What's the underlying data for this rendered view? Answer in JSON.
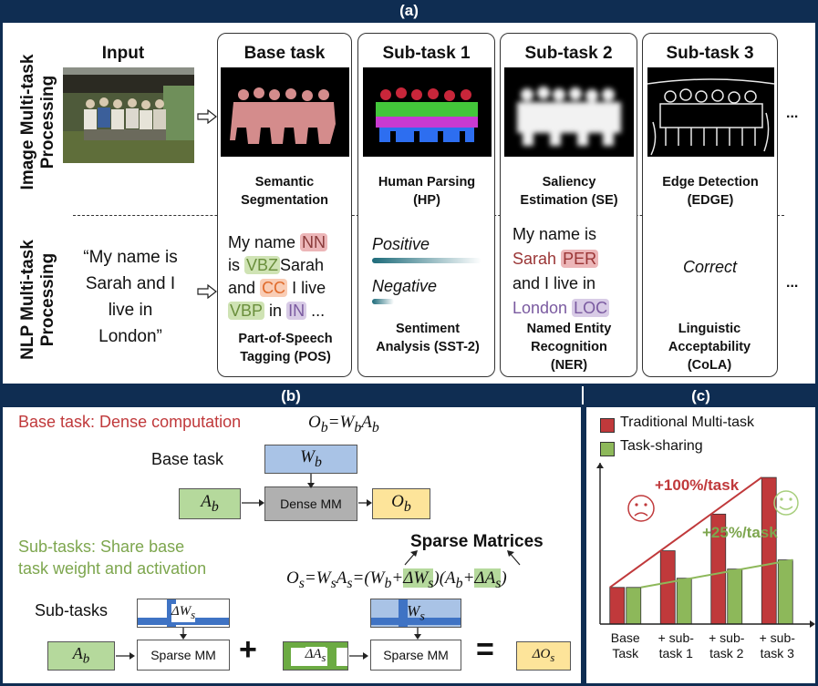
{
  "panel_a": {
    "banner": "(a)",
    "row_image_label": "Image Multi-task Processing",
    "row_nlp_label": "NLP Multi-task Processing",
    "input_title": "Input",
    "input_sentence": "“My name is Sarah and I live in London”",
    "ellipsis": "...",
    "columns": [
      {
        "title": "Base task",
        "image_caption": "Semantic Segmentation",
        "nlp_caption": "Part-of-Speech Tagging (POS)"
      },
      {
        "title": "Sub-task 1",
        "image_caption": "Human Parsing (HP)",
        "nlp_caption": "Sentiment Analysis (SST-2)"
      },
      {
        "title": "Sub-task 2",
        "image_caption": "Saliency Estimation (SE)",
        "nlp_caption": "Named Entity Recognition (NER)"
      },
      {
        "title": "Sub-task 3",
        "image_caption": "Edge Detection (EDGE)",
        "nlp_caption": "Linguistic Acceptability (CoLA)"
      }
    ],
    "pos": {
      "w1": "My name",
      "t1": "NN",
      "w2": "is",
      "t2": "VBZ",
      "w3": "Sarah",
      "w4": "and",
      "t3": "CC",
      "w5": "I live",
      "t4": "VBP",
      "w6": "in",
      "t5": "IN",
      "w7": "..."
    },
    "sst": {
      "positive": "Positive",
      "negative": "Negative"
    },
    "ner": {
      "line1": "My name is",
      "name": "Sarah",
      "tag1": "PER",
      "line3": "and I live in",
      "place": "London",
      "tag2": "LOC"
    },
    "cola": {
      "label": "Correct"
    }
  },
  "panel_b": {
    "banner": "(b)",
    "base_heading": "Base task: Dense computation",
    "base_eq": "O_b=W_bA_b",
    "base_task_label": "Base task",
    "Wb": "W_b",
    "Ab": "A_b",
    "dense_mm": "Dense MM",
    "Ob": "O_b",
    "sub_heading_1": "Sub-tasks: Share base",
    "sub_heading_2": "task weight and activation",
    "sparse_title": "Sparse Matrices",
    "sub_eq": "O_s=W_sA_s=(W_b+ΔW_s)(A_b+ΔA_s)",
    "subtasks_label": "Sub-tasks",
    "dWs": "ΔW_s",
    "Ws": "W_s",
    "sparse_mm": "Sparse MM",
    "dAs": "ΔA_s",
    "dOs": "ΔO_s",
    "plus": "+",
    "equals": "="
  },
  "panel_c": {
    "banner": "(c)",
    "chart_data": {
      "type": "bar",
      "categories": [
        "Base Task",
        "+ sub-task 1",
        "+ sub-task 2",
        "+ sub-task 3"
      ],
      "series": [
        {
          "name": "Traditional Multi-task",
          "values": [
            1.0,
            2.0,
            3.0,
            4.0
          ],
          "color": "#c0393b"
        },
        {
          "name": "Task-sharing",
          "values": [
            1.0,
            1.25,
            1.5,
            1.75
          ],
          "color": "#8db85a"
        }
      ],
      "annotations": [
        "+100%/task",
        "+25%/task"
      ],
      "ylim": [
        0,
        4.4
      ],
      "legend": "top"
    }
  },
  "colors": {
    "navy": "#0f2d52",
    "red": "#c0393b",
    "green": "#8db85a",
    "blue": "#a9c3e6",
    "yellow": "#fde49a"
  }
}
